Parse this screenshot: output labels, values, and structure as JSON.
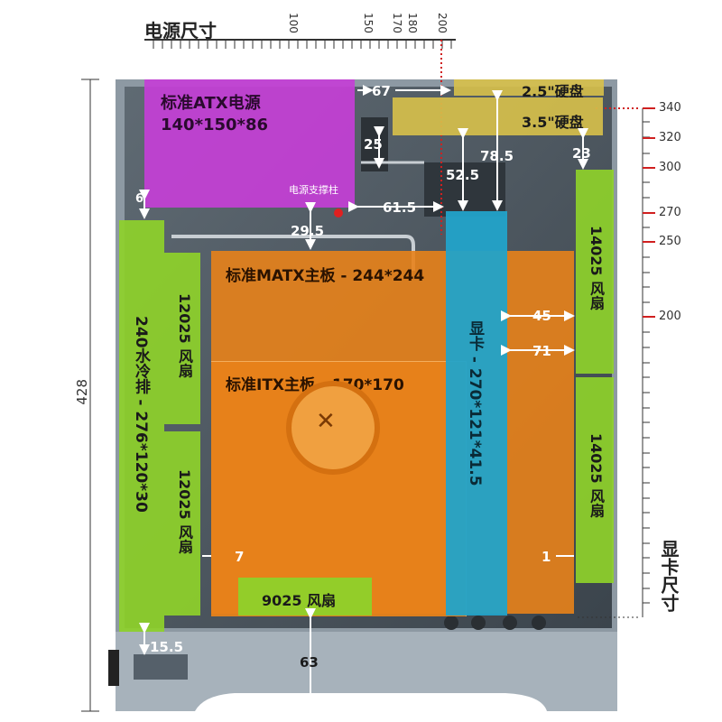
{
  "psu_ruler": {
    "title": "电源尺寸",
    "ticks": [
      "100",
      "150",
      "170",
      "180",
      "200"
    ]
  },
  "gpu_ruler": {
    "title": "显卡尺寸",
    "ticks": [
      "340",
      "320",
      "300",
      "270",
      "250",
      "200"
    ]
  },
  "case_height_label": "428",
  "components": {
    "psu": {
      "name": "标准ATX电源",
      "size": "140*150*86",
      "color": "#c43fd6"
    },
    "psu_support": {
      "label": "电源支撑柱"
    },
    "hdd25": {
      "label": "2.5\"硬盘",
      "color": "#d8c14a"
    },
    "hdd35": {
      "label": "3.5\"硬盘",
      "color": "#d8c14a"
    },
    "radiator": {
      "label": "240水冷排 - 276*120*30",
      "color": "#8ed12a"
    },
    "fan_left_top": {
      "label": "12025 风扇"
    },
    "fan_left_bottom": {
      "label": "12025 风扇"
    },
    "matx": {
      "label": "标准MATX主板 - 244*244",
      "color": "#e8821a"
    },
    "itx": {
      "label": "标准ITX主板 - 170*170"
    },
    "gpu": {
      "label": "显卡 - 270*121*41.5",
      "color": "#22a3c9"
    },
    "fan_right_top": {
      "label": "14025 风扇"
    },
    "fan_right_bottom": {
      "label": "14025 风扇"
    },
    "fan_bottom": {
      "label": "9025 风扇"
    }
  },
  "dimensions": {
    "d67": "67",
    "d25": "25",
    "d23": "23",
    "d52_5": "52.5",
    "d78_5": "78.5",
    "d61_5": "61.5",
    "d29_5": "29.5",
    "d6": "6",
    "d45": "45",
    "d71": "71",
    "d7": "7",
    "d1": "1",
    "d15_5": "15.5",
    "d63": "63"
  }
}
